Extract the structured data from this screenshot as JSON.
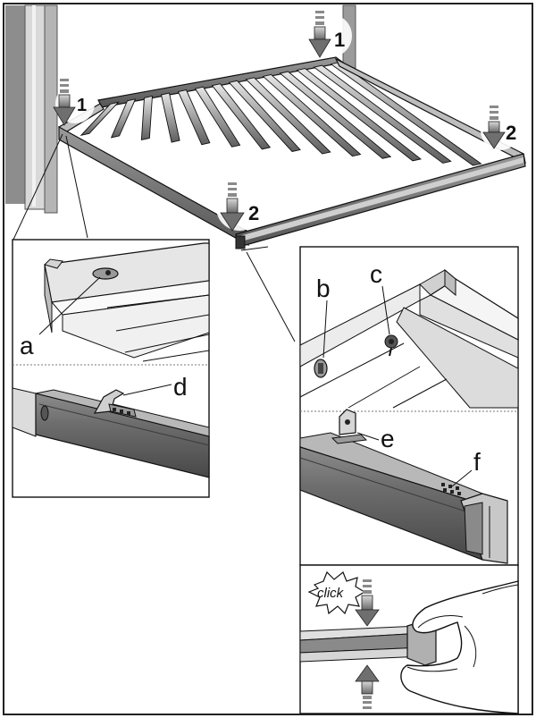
{
  "step_labels": [
    "1",
    "1",
    "2",
    "2"
  ],
  "part_labels": [
    "a",
    "b",
    "c",
    "d",
    "e",
    "f"
  ],
  "click_text": "click",
  "colors": {
    "line": "#111111",
    "wall": "#8d8d8d",
    "wall_light": "#cfcfcf",
    "rod": "#a9a9a9",
    "rail": "#767676",
    "arrow": "#7a7a7a",
    "callout": "#ffffff"
  },
  "icons": [
    "down-arrow-icon",
    "up-arrow-icon",
    "click-burst-icon"
  ]
}
